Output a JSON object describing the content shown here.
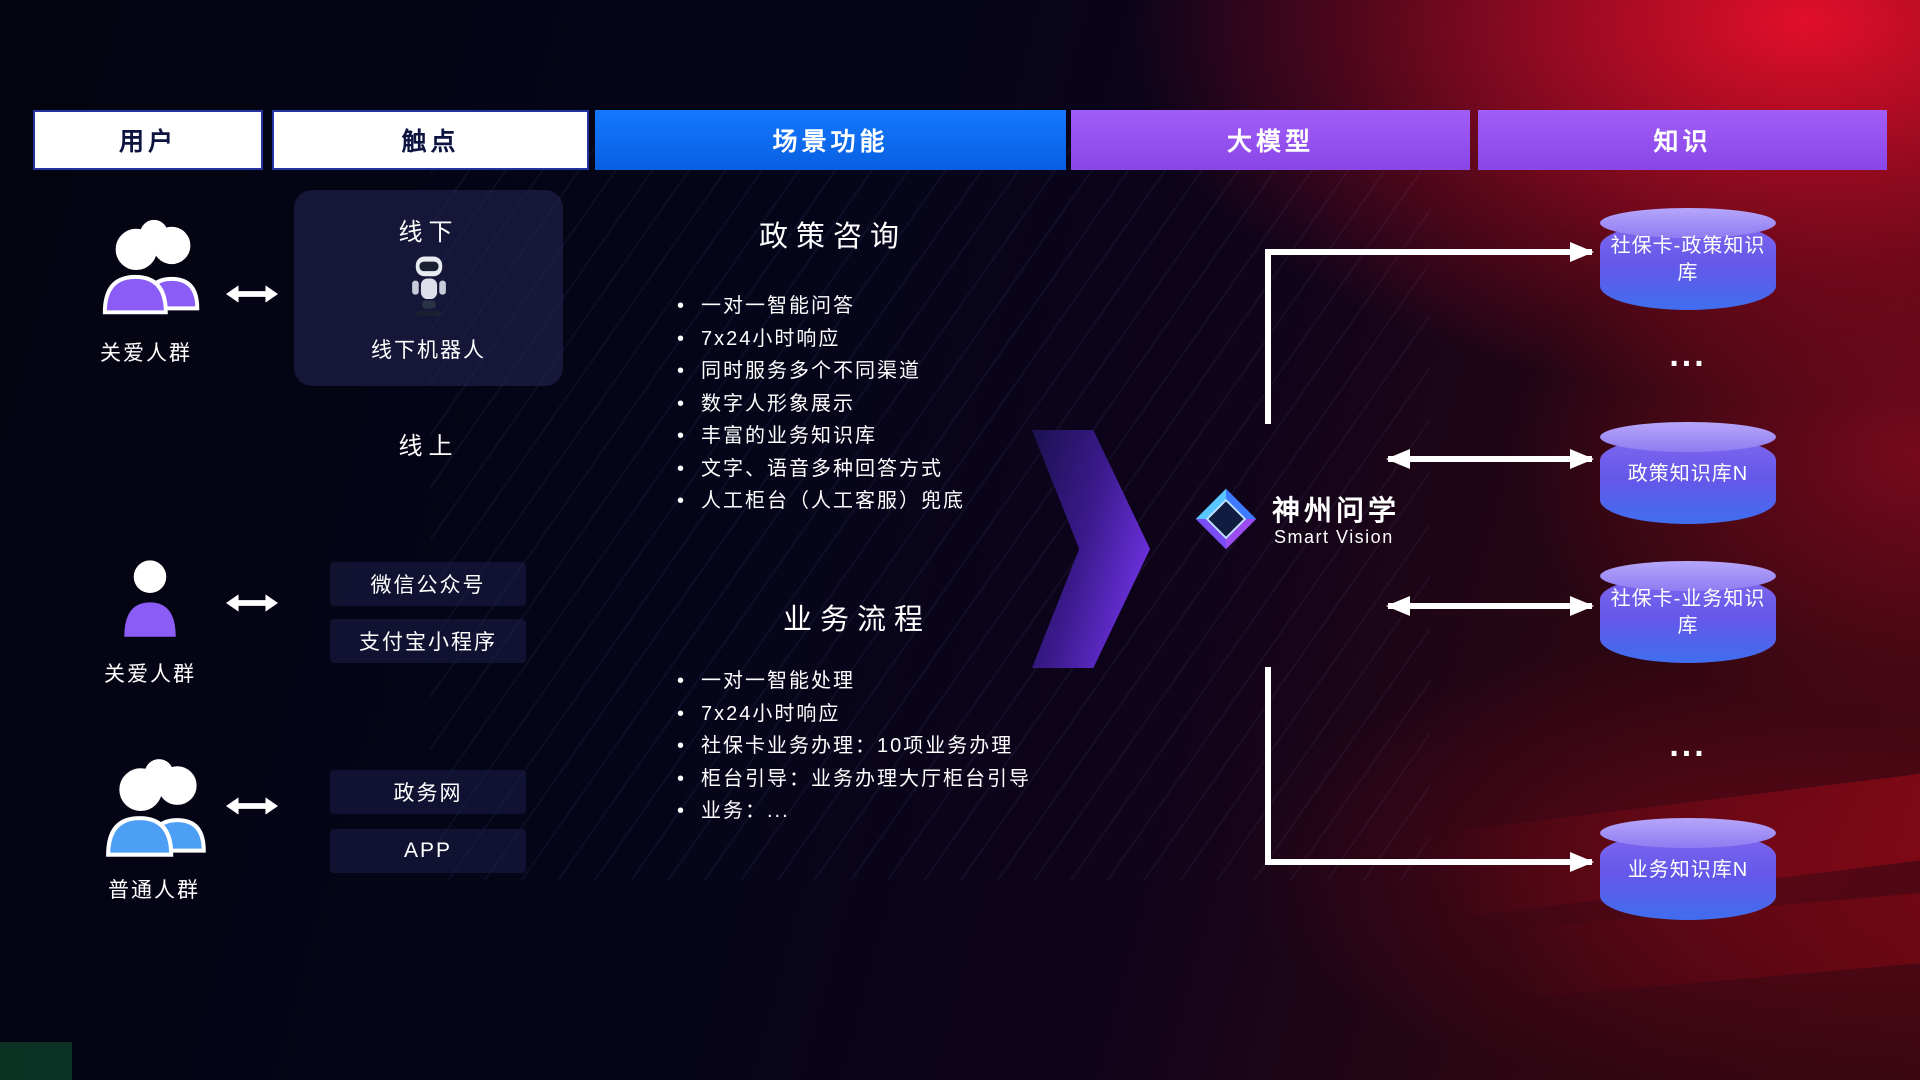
{
  "header": {
    "columns": [
      {
        "label": "用户"
      },
      {
        "label": "触点"
      },
      {
        "label": "场景功能"
      },
      {
        "label": "大模型"
      },
      {
        "label": "知识"
      }
    ]
  },
  "users": [
    {
      "label": "关爱人群"
    },
    {
      "label": "关爱人群"
    },
    {
      "label": "普通人群"
    }
  ],
  "touchpoints": {
    "offline_title": "线下",
    "offline_robot_label": "线下机器人",
    "online_title": "线上",
    "channels": [
      "微信公众号",
      "支付宝小程序",
      "政务网",
      "APP"
    ]
  },
  "scenes": {
    "policy": {
      "title": "政策咨询",
      "bullets": [
        "一对一智能问答",
        "7x24小时响应",
        "同时服务多个不同渠道",
        "数字人形象展示",
        "丰富的业务知识库",
        "文字、语音多种回答方式",
        "人工柜台（人工客服）兜底"
      ]
    },
    "business": {
      "title": "业务流程",
      "bullets": [
        "一对一智能处理",
        "7x24小时响应",
        "社保卡业务办理：10项业务办理",
        "柜台引导：业务办理大厅柜台引导",
        "业务：..."
      ]
    }
  },
  "model": {
    "name": "神州问学",
    "subtitle": "Smart Vision"
  },
  "knowledge": {
    "items": [
      "社保卡-政策知识库",
      "政策知识库N",
      "社保卡-业务知识库",
      "业务知识库N"
    ],
    "ellipsis": "..."
  },
  "colors": {
    "scene_header_blue": "#0f6ef5",
    "model_header_purple": "#9455f0",
    "accent_purple": "#8b5cf6",
    "accent_blue": "#4d9ff5",
    "background_red": "#c00a28",
    "cylinder_top": "#b6a6fa",
    "cylinder_bottom": "#3f6eee"
  }
}
